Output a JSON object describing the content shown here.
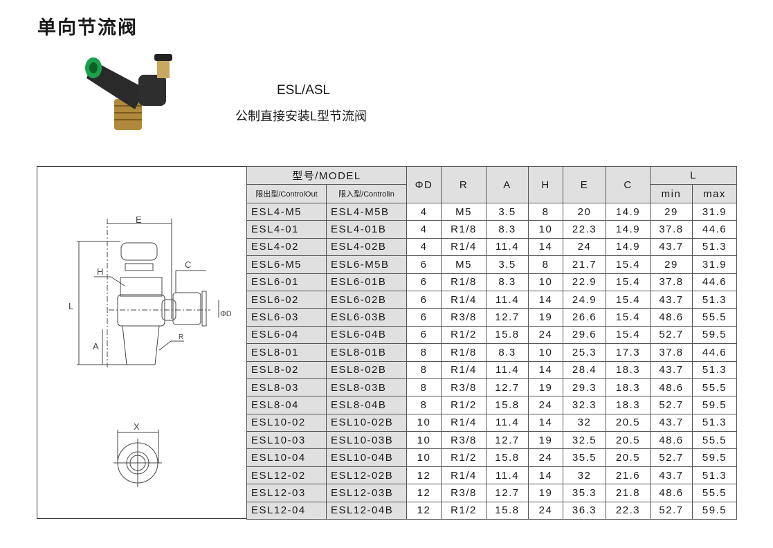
{
  "title": "单向节流阀",
  "product": {
    "model": "ESL/ASL",
    "description": "公制直接安装L型节流阀"
  },
  "diagram_labels": {
    "E": "E",
    "C": "C",
    "H": "H",
    "L": "L",
    "A": "A",
    "R": "R",
    "D": "ΦD",
    "X": "X"
  },
  "table": {
    "model_header": "型号/MODEL",
    "out_header": "限出型/ControlOut",
    "in_header": "限入型/ControlIn",
    "columns": [
      "ΦD",
      "R",
      "A",
      "H",
      "E",
      "C"
    ],
    "L_header": "L",
    "min": "min",
    "max": "max",
    "rows": [
      [
        "ESL4-M5",
        "ESL4-M5B",
        "4",
        "M5",
        "3.5",
        "8",
        "20",
        "14.9",
        "29",
        "31.9"
      ],
      [
        "ESL4-01",
        "ESL4-01B",
        "4",
        "R1/8",
        "8.3",
        "10",
        "22.3",
        "14.9",
        "37.8",
        "44.6"
      ],
      [
        "ESL4-02",
        "ESL4-02B",
        "4",
        "R1/4",
        "11.4",
        "14",
        "24",
        "14.9",
        "43.7",
        "51.3"
      ],
      [
        "ESL6-M5",
        "ESL6-M5B",
        "6",
        "M5",
        "3.5",
        "8",
        "21.7",
        "15.4",
        "29",
        "31.9"
      ],
      [
        "ESL6-01",
        "ESL6-01B",
        "6",
        "R1/8",
        "8.3",
        "10",
        "22.9",
        "15.4",
        "37.8",
        "44.6"
      ],
      [
        "ESL6-02",
        "ESL6-02B",
        "6",
        "R1/4",
        "11.4",
        "14",
        "24.9",
        "15.4",
        "43.7",
        "51.3"
      ],
      [
        "ESL6-03",
        "ESL6-03B",
        "6",
        "R3/8",
        "12.7",
        "19",
        "26.6",
        "15.4",
        "48.6",
        "55.5"
      ],
      [
        "ESL6-04",
        "ESL6-04B",
        "6",
        "R1/2",
        "15.8",
        "24",
        "29.6",
        "15.4",
        "52.7",
        "59.5"
      ],
      [
        "ESL8-01",
        "ESL8-01B",
        "8",
        "R1/8",
        "8.3",
        "10",
        "25.3",
        "17.3",
        "37.8",
        "44.6"
      ],
      [
        "ESL8-02",
        "ESL8-02B",
        "8",
        "R1/4",
        "11.4",
        "14",
        "28.4",
        "18.3",
        "43.7",
        "51.3"
      ],
      [
        "ESL8-03",
        "ESL8-03B",
        "8",
        "R3/8",
        "12.7",
        "19",
        "29.3",
        "18.3",
        "48.6",
        "55.5"
      ],
      [
        "ESL8-04",
        "ESL8-04B",
        "8",
        "R1/2",
        "15.8",
        "24",
        "32.3",
        "18.3",
        "52.7",
        "59.5"
      ],
      [
        "ESL10-02",
        "ESL10-02B",
        "10",
        "R1/4",
        "11.4",
        "14",
        "32",
        "20.5",
        "43.7",
        "51.3"
      ],
      [
        "ESL10-03",
        "ESL10-03B",
        "10",
        "R3/8",
        "12.7",
        "19",
        "32.5",
        "20.5",
        "48.6",
        "55.5"
      ],
      [
        "ESL10-04",
        "ESL10-04B",
        "10",
        "R1/2",
        "15.8",
        "24",
        "35.5",
        "20.5",
        "52.7",
        "59.5"
      ],
      [
        "ESL12-02",
        "ESL12-02B",
        "12",
        "R1/4",
        "11.4",
        "14",
        "32",
        "21.6",
        "43.7",
        "51.3"
      ],
      [
        "ESL12-03",
        "ESL12-03B",
        "12",
        "R3/8",
        "12.7",
        "19",
        "35.3",
        "21.8",
        "48.6",
        "55.5"
      ],
      [
        "ESL12-04",
        "ESL12-04B",
        "12",
        "R1/2",
        "15.8",
        "24",
        "36.3",
        "22.3",
        "52.7",
        "59.5"
      ]
    ]
  }
}
